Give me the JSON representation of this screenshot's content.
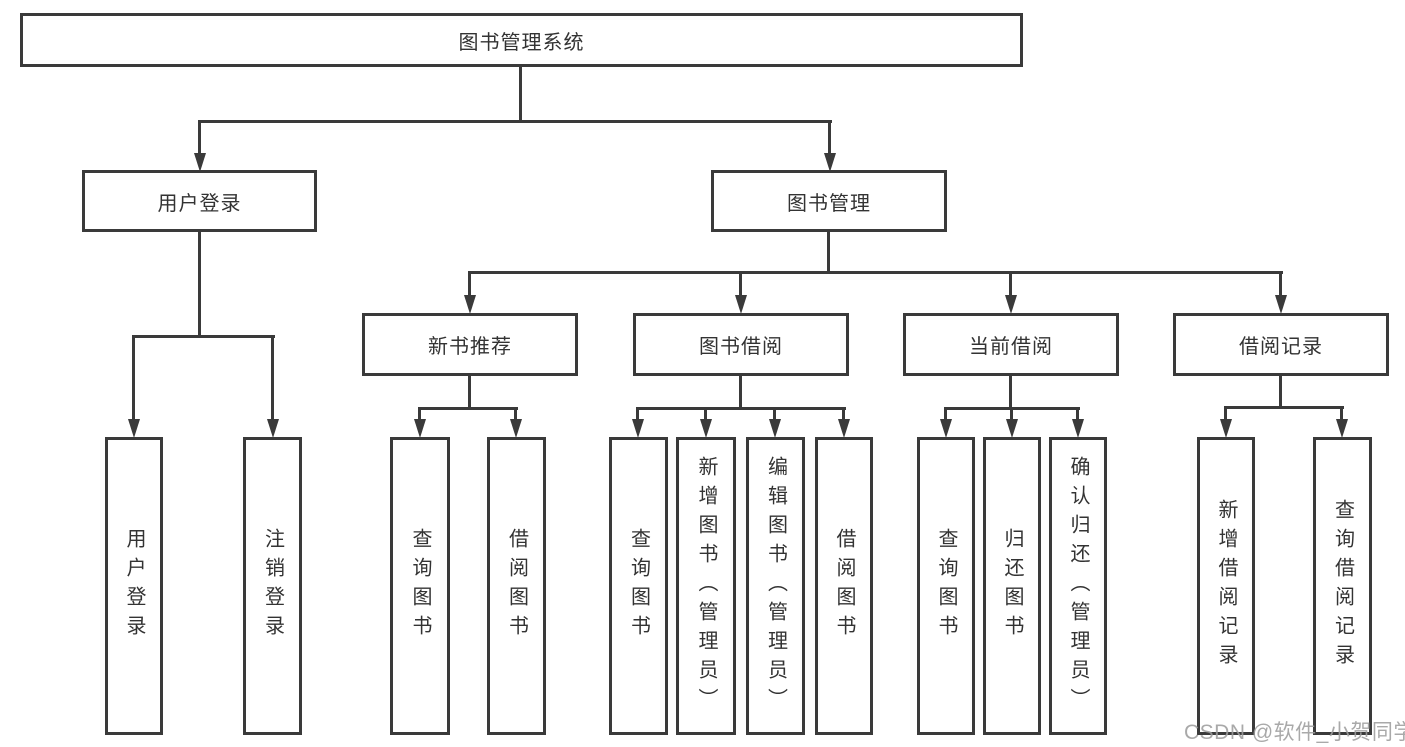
{
  "diagram": {
    "root": {
      "label": "图书管理系统"
    },
    "level2": [
      {
        "label": "用户登录"
      },
      {
        "label": "图书管理"
      }
    ],
    "level3": [
      {
        "label": "新书推荐"
      },
      {
        "label": "图书借阅"
      },
      {
        "label": "当前借阅"
      },
      {
        "label": "借阅记录"
      }
    ],
    "leaves": {
      "user_login": [
        {
          "label": "用户登录"
        },
        {
          "label": "注销登录"
        }
      ],
      "new_book": [
        {
          "label": "查询图书"
        },
        {
          "label": "借阅图书"
        }
      ],
      "book_borrow": [
        {
          "label": "查询图书"
        },
        {
          "label": "新增图书（管理员）"
        },
        {
          "label": "编辑图书（管理员）"
        },
        {
          "label": "借阅图书"
        }
      ],
      "current_borrow": [
        {
          "label": "查询图书"
        },
        {
          "label": "归还图书"
        },
        {
          "label": "确认归还（管理员）"
        }
      ],
      "borrow_record": [
        {
          "label": "新增借阅记录"
        },
        {
          "label": "查询借阅记录"
        }
      ]
    }
  },
  "watermark": {
    "text": "CSDN @软件_小贺同学"
  },
  "colors": {
    "line": "#3a3a3a",
    "text": "#333333",
    "background": "#ffffff",
    "watermark": "#9e9e9e"
  }
}
